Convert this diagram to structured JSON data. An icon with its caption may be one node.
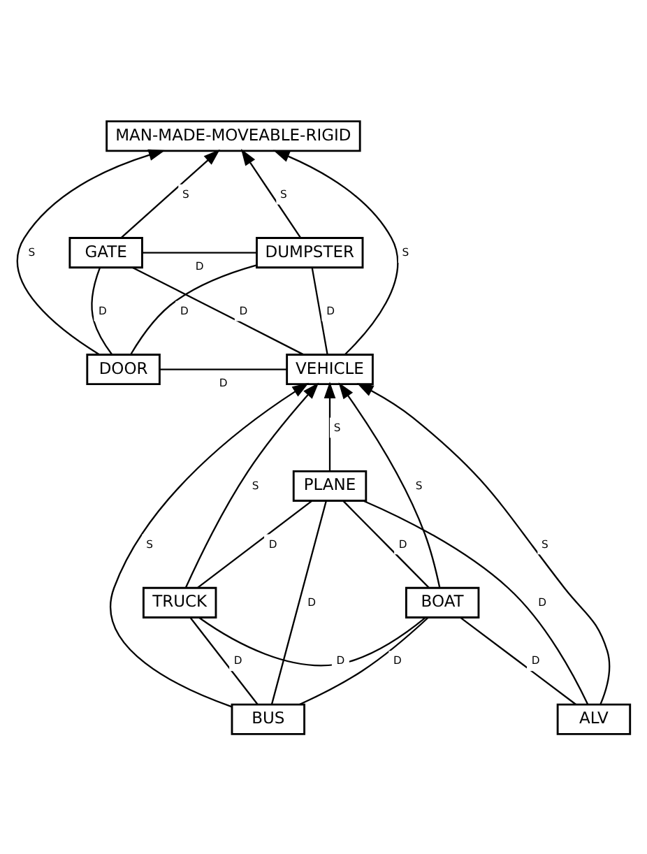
{
  "diagram": {
    "nodes": [
      {
        "text": [
          "MAN-MADE-MOVEABLE-RIGID"
        ]
      },
      {
        "text": [
          "GATE"
        ]
      },
      {
        "text": [
          "DUMPSTER"
        ]
      },
      {
        "text": [
          "DOOR"
        ]
      },
      {
        "text": [
          "VEHICLE"
        ]
      },
      {
        "text": [
          "PLANE"
        ]
      },
      {
        "text": [
          "TRUCK"
        ]
      },
      {
        "text": [
          "BOAT"
        ]
      },
      {
        "text": [
          "BUS"
        ]
      },
      {
        "text": [
          "ALV"
        ]
      }
    ],
    "edges": [
      {
        "from": 1,
        "to": 0,
        "arrow": "to",
        "label": "S"
      },
      {
        "from": 3,
        "to": 0,
        "arrow": "to",
        "label": "S"
      },
      {
        "from": 4,
        "to": 0,
        "arrow": "to",
        "label": "S"
      },
      {
        "from": 2,
        "to": 0,
        "arrow": "to",
        "label": "S"
      },
      {
        "from": 1,
        "to": 2,
        "arrow": "none",
        "label": "D"
      },
      {
        "from": 3,
        "to": 1,
        "arrow": "none",
        "label": "D"
      },
      {
        "from": 4,
        "to": 1,
        "arrow": "none",
        "label": "D"
      },
      {
        "from": 3,
        "to": 2,
        "arrow": "none",
        "label": "D"
      },
      {
        "from": 4,
        "to": 2,
        "arrow": "none",
        "label": "D"
      },
      {
        "from": 3,
        "to": 4,
        "arrow": "none",
        "label": "D"
      },
      {
        "from": 6,
        "to": 4,
        "arrow": "to",
        "label": "S"
      },
      {
        "from": 8,
        "to": 4,
        "arrow": "to",
        "label": "S"
      },
      {
        "from": 9,
        "to": 4,
        "arrow": "to",
        "label": "S"
      },
      {
        "from": 7,
        "to": 4,
        "arrow": "to",
        "label": "S"
      },
      {
        "from": 5,
        "to": 4,
        "arrow": "to",
        "label": "S"
      },
      {
        "from": 6,
        "to": 5,
        "arrow": "none",
        "label": "D"
      },
      {
        "from": 7,
        "to": 5,
        "arrow": "none",
        "label": "D"
      },
      {
        "from": 9,
        "to": 5,
        "arrow": "none",
        "label": "D"
      },
      {
        "from": 8,
        "to": 5,
        "arrow": "none",
        "label": "D"
      },
      {
        "from": 6,
        "to": 7,
        "arrow": "none",
        "label": "D"
      },
      {
        "from": 8,
        "to": 6,
        "arrow": "none",
        "label": "D"
      },
      {
        "from": 8,
        "to": 7,
        "arrow": "none",
        "label": "D"
      },
      {
        "from": 9,
        "to": 7,
        "arrow": "none",
        "label": "D"
      }
    ]
  }
}
